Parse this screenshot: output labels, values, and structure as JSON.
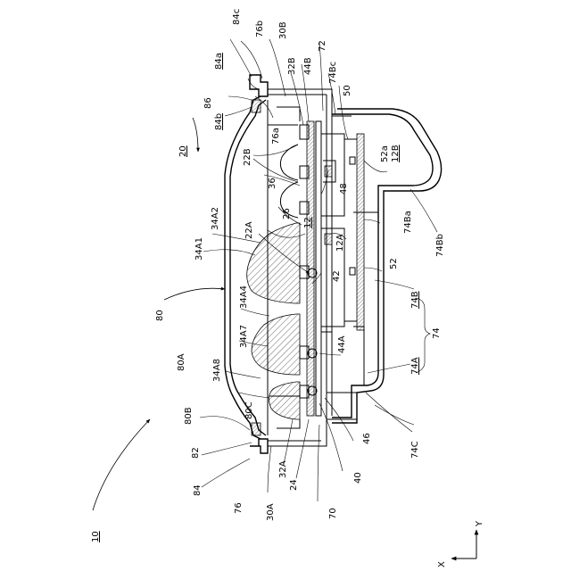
{
  "labels": {
    "10": "10",
    "20": "20",
    "22A": "22A",
    "22B": "22B",
    "24": "24",
    "26": "26",
    "30A": "30A",
    "30B": "30B",
    "32A": "32A",
    "32B": "32B",
    "34A1": "34A1",
    "34A2": "34A2",
    "34A4": "34A4",
    "34A7": "34A7",
    "34A8": "34A8",
    "36": "36",
    "40": "40",
    "42": "42",
    "44A": "44A",
    "44B": "44B",
    "46": "46",
    "48": "48",
    "50": "50",
    "52": "52",
    "52a": "52a",
    "12": "12",
    "12A": "12A",
    "12B": "12B",
    "70": "70",
    "72": "72",
    "74": "74",
    "74A": "74A",
    "74B": "74B",
    "74Ba": "74Ba",
    "74Bb": "74Bb",
    "74Bc": "74Bc",
    "74C": "74C",
    "76": "76",
    "76a": "76a",
    "76b": "76b",
    "80": "80",
    "80A": "80A",
    "80B": "80B",
    "80C": "80C",
    "82": "82",
    "84": "84",
    "84a": "84a",
    "84b": "84b",
    "84c": "84c",
    "86": "86"
  },
  "axes": {
    "x": "X",
    "y": "Y"
  }
}
